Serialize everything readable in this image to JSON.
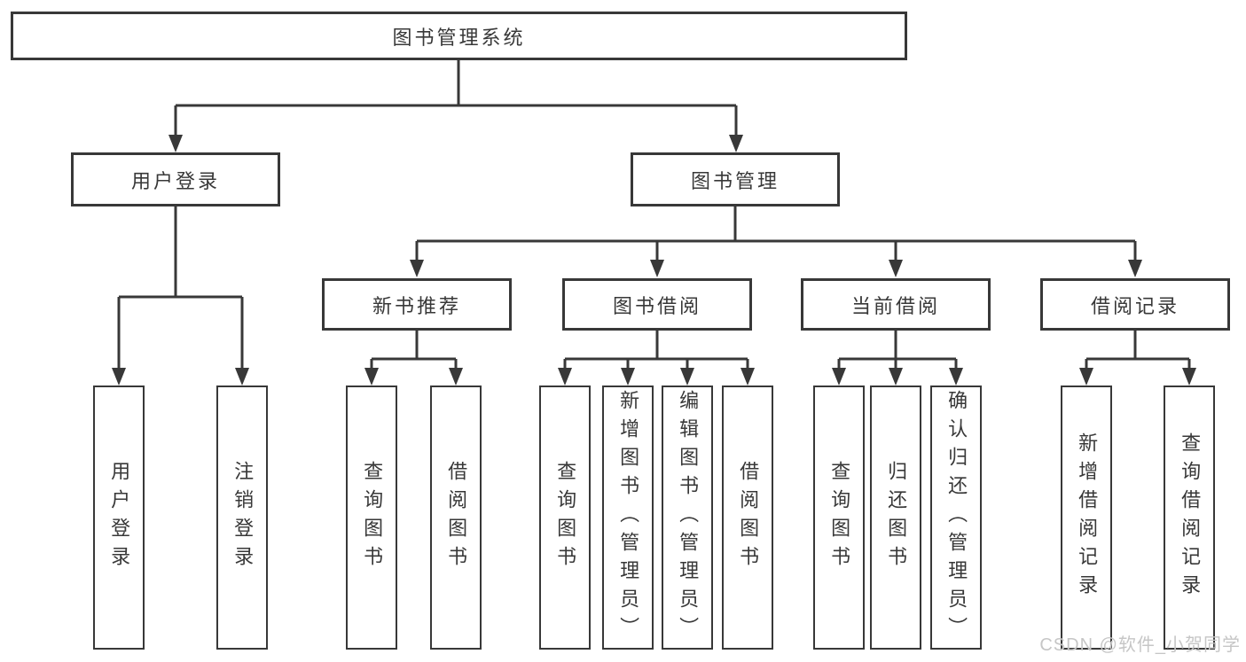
{
  "tree": {
    "root": {
      "label": "图书管理系统"
    },
    "branches": [
      {
        "label": "用户登录",
        "children": [
          {
            "label": "用户登录"
          },
          {
            "label": "注销登录"
          }
        ]
      },
      {
        "label": "图书管理",
        "children": [
          {
            "label": "新书推荐",
            "children": [
              {
                "label": "查询图书"
              },
              {
                "label": "借阅图书"
              }
            ]
          },
          {
            "label": "图书借阅",
            "children": [
              {
                "label": "查询图书"
              },
              {
                "label": "新增图书（管理员）"
              },
              {
                "label": "编辑图书（管理员）"
              },
              {
                "label": "借阅图书"
              }
            ]
          },
          {
            "label": "当前借阅",
            "children": [
              {
                "label": "查询图书"
              },
              {
                "label": "归还图书"
              },
              {
                "label": "确认归还（管理员）"
              }
            ]
          },
          {
            "label": "借阅记录",
            "children": [
              {
                "label": "新增借阅记录"
              },
              {
                "label": "查询借阅记录"
              }
            ]
          }
        ]
      }
    ]
  },
  "watermark": {
    "text": "CSDN @软件_小贺同学"
  },
  "colors": {
    "line": "#383838",
    "box_border": "#383838",
    "text": "#383838",
    "watermark": "#c6c6c6",
    "background": "#ffffff"
  }
}
